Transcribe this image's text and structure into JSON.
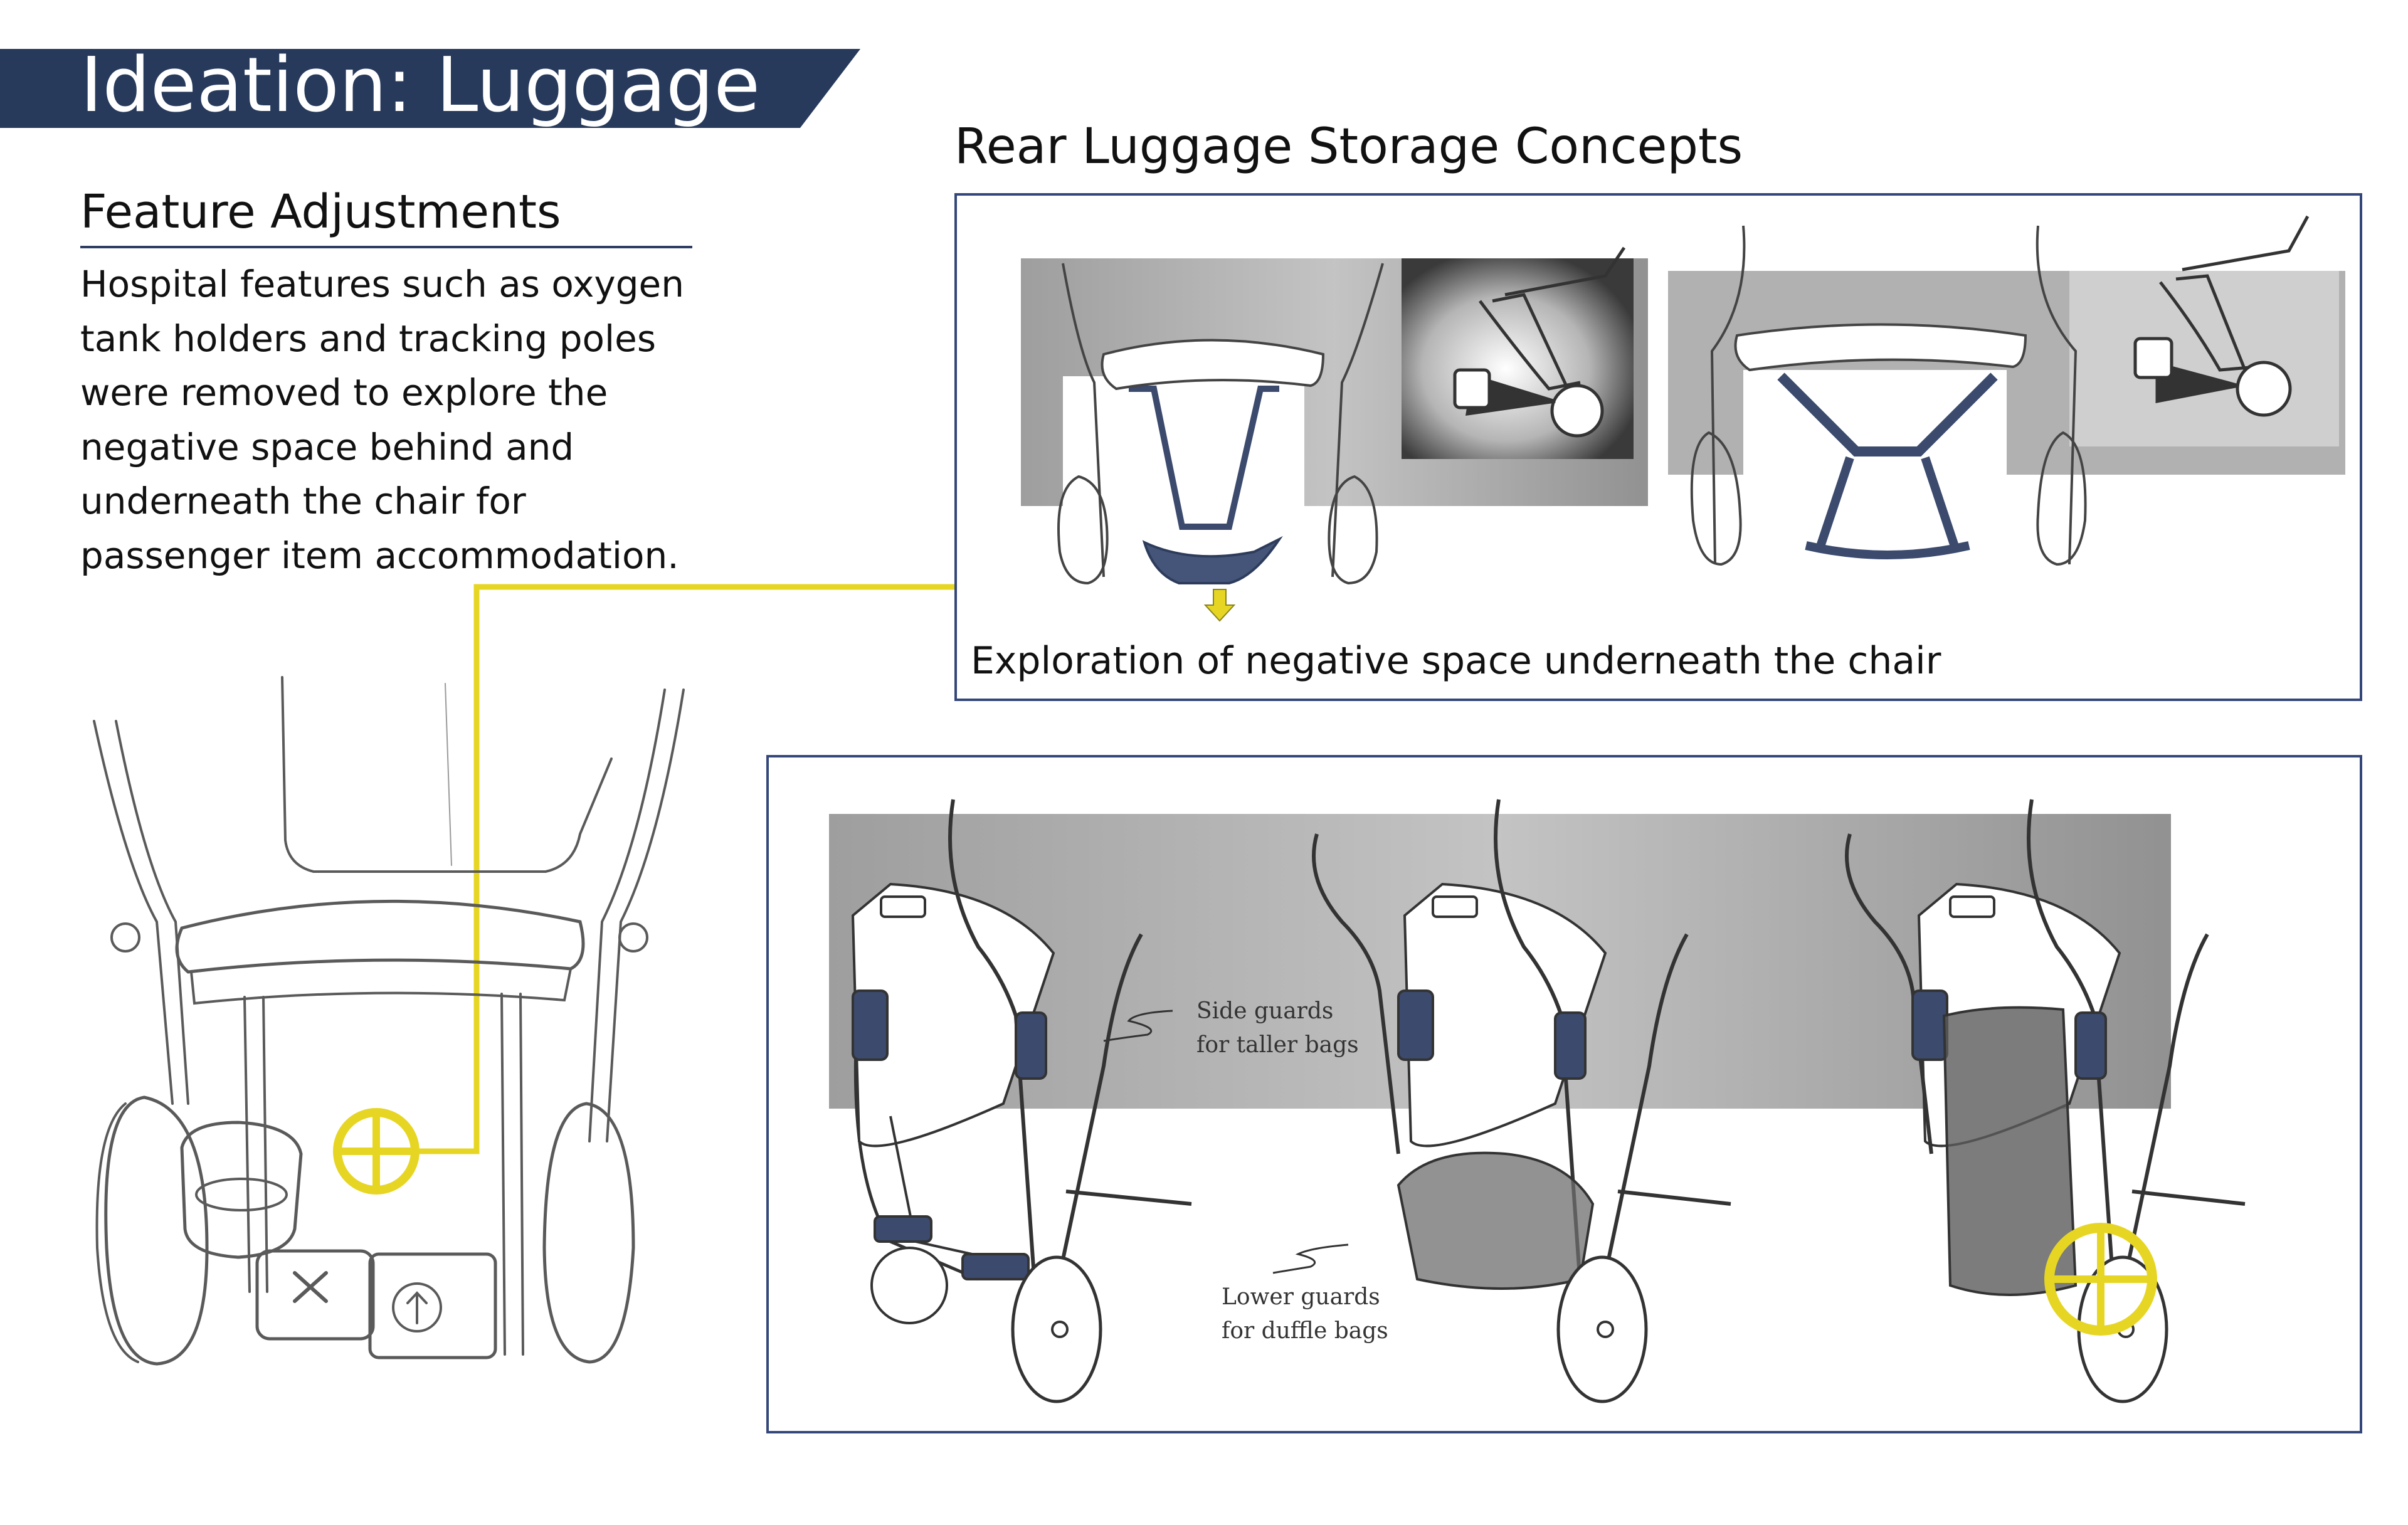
{
  "header": {
    "title": "Ideation: Luggage"
  },
  "feature": {
    "heading": "Feature Adjustments",
    "description": "Hospital features such as oxygen tank holders and tracking poles were removed to explore the negative space behind and underneath the chair for passenger item accommodation."
  },
  "concepts": {
    "title": "Rear Luggage Storage Concepts",
    "caption": "Exploration of negative space underneath the chair",
    "annotations": {
      "side_guards": [
        "Side guards",
        "for taller bags"
      ],
      "lower_guards": [
        "Lower guards",
        "for duffle bags"
      ]
    }
  },
  "colors": {
    "banner": "#273a5b",
    "accent_navy": "#2e3f63",
    "highlight_yellow": "#e6d623",
    "panel_border": "#34477a"
  }
}
